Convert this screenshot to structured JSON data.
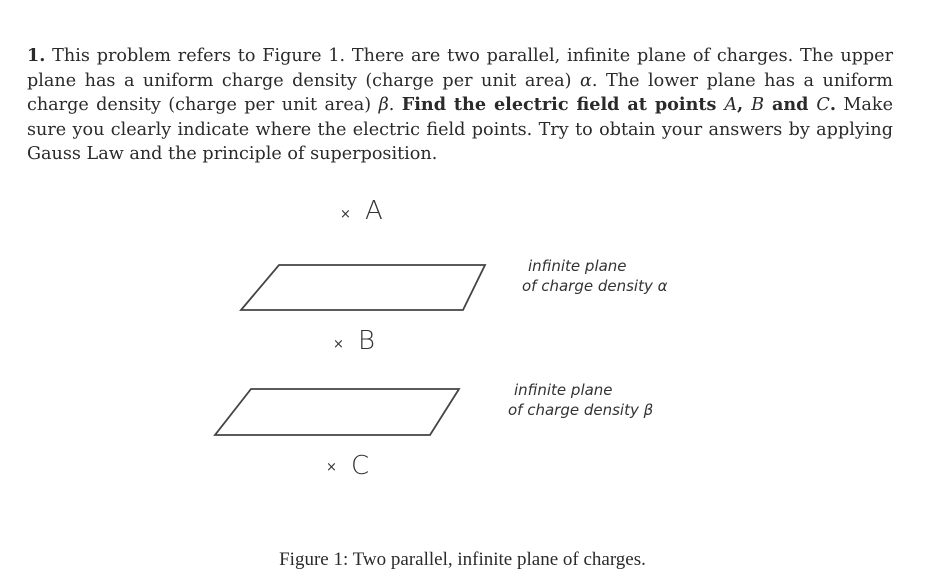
{
  "problem": {
    "number": "1.",
    "text_part1": " This problem refers to Figure 1. There are two parallel, infinite plane of charges. The upper plane has a uniform charge density (charge per unit area) ",
    "alpha": "α",
    "text_part2": ". The lower plane has a uniform charge density (charge per unit area) ",
    "beta": "β",
    "text_part3": ". ",
    "bold_part1": "Find the electric field at points ",
    "point_a": "A",
    "comma": ", ",
    "point_b": "B",
    "bold_and": " and ",
    "point_c": "C",
    "bold_end": ".",
    "text_part4": " Make sure you clearly indicate where the electric field points. Try to obtain your answers by applying Gauss Law and the principle of superposition."
  },
  "figure": {
    "points": [
      {
        "mark": "×",
        "label": "A"
      },
      {
        "mark": "×",
        "label": "B"
      },
      {
        "mark": "×",
        "label": "C"
      }
    ],
    "upper_plane_label": {
      "line1": "infinite plane",
      "line2": "of charge density α"
    },
    "lower_plane_label": {
      "line1": "infinite plane",
      "line2": "of charge density β"
    },
    "caption": "Figure 1: Two parallel, infinite plane of charges."
  }
}
